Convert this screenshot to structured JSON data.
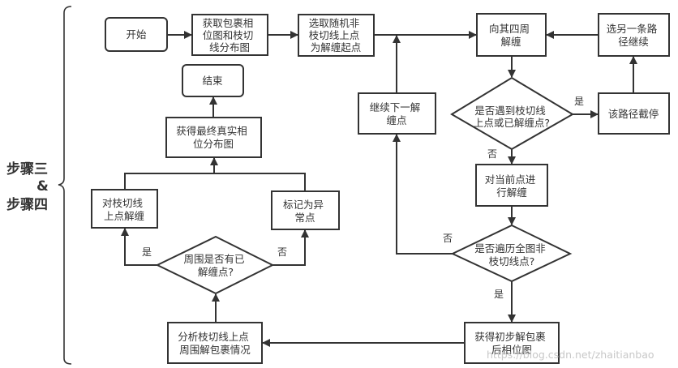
{
  "side_label": {
    "line1": "步骤三",
    "line2": "&",
    "line3": "步骤四"
  },
  "nodes": {
    "start": [
      "开始"
    ],
    "get_maps": [
      "获取包裹相",
      "位图和枝切",
      "线分布图"
    ],
    "select_start": [
      "选取随机非",
      "枝切线上点",
      "为解缠起点"
    ],
    "unwrap_around": [
      "向其四周",
      "解缠"
    ],
    "choose_other_path": [
      "选另一条路",
      "径继续"
    ],
    "meet_branch_decision": [
      "是否遇到枝切线",
      "上点或已解缠点?"
    ],
    "path_stop": [
      "该路径截停"
    ],
    "next_point": [
      "继续下一解",
      "缠点"
    ],
    "unwrap_current": [
      "对当前点进",
      "行解缠"
    ],
    "traverse_decision": [
      "是否遍历全图非",
      "枝切线点?"
    ],
    "initial_phase": [
      "获得初步解包裹",
      "后相位图"
    ],
    "analyze_branch": [
      "分析枝切线上点",
      "周围解包裹情况"
    ],
    "neighbor_decision": [
      "周围是否有已",
      "解缠点?"
    ],
    "unwrap_branch_point": [
      "对枝切线",
      "上点解缠"
    ],
    "mark_abnormal": [
      "标记为异",
      "常点"
    ],
    "final_phase": [
      "获得最终真实相",
      "位分布图"
    ],
    "end": [
      "结束"
    ]
  },
  "edge_labels": {
    "yes": "是",
    "no": "否"
  },
  "watermark": "https://blog.csdn.net/zhaitianbao"
}
